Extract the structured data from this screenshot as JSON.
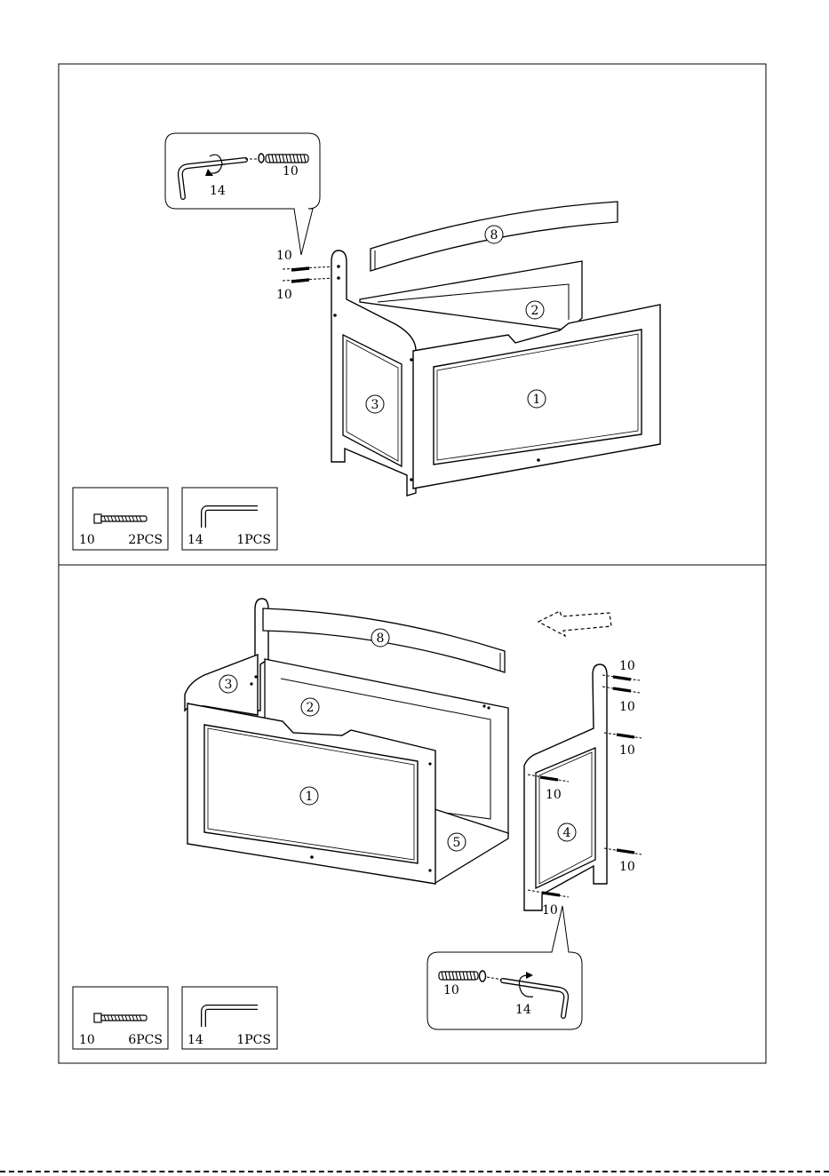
{
  "step1": {
    "callout": {
      "bolt_number": "10",
      "key_number": "14"
    },
    "bolt_labels": [
      "10",
      "10"
    ],
    "part_numbers": {
      "backrest": "8",
      "back_panel": "2",
      "front_panel": "1",
      "side_panel": "3"
    },
    "hardware": [
      {
        "number": "10",
        "qty": "2PCS",
        "icon": "bolt-icon"
      },
      {
        "number": "14",
        "qty": "1PCS",
        "icon": "allen-key-icon"
      }
    ]
  },
  "step2": {
    "part_numbers": {
      "backrest": "8",
      "side_panel_left": "3",
      "back_panel": "2",
      "front_panel": "1",
      "bottom_panel": "5",
      "side_panel_right": "4"
    },
    "bolt_labels": [
      "10",
      "10",
      "10",
      "10",
      "10",
      "10"
    ],
    "callout": {
      "bolt_number": "10",
      "key_number": "14"
    },
    "hardware": [
      {
        "number": "10",
        "qty": "6PCS",
        "icon": "bolt-icon"
      },
      {
        "number": "14",
        "qty": "1PCS",
        "icon": "allen-key-icon"
      }
    ]
  }
}
